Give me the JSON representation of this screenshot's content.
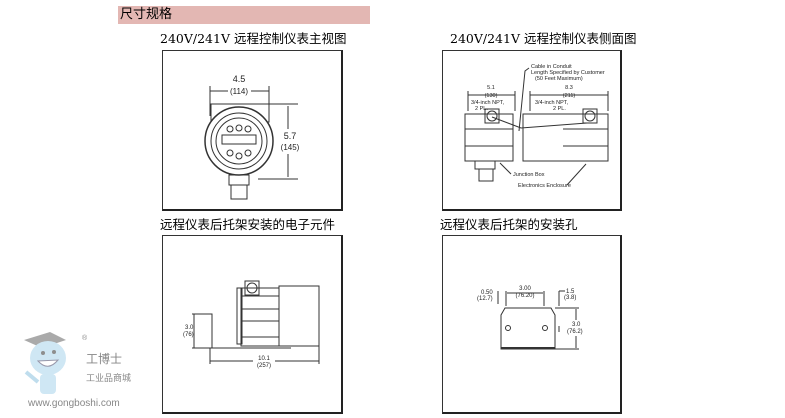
{
  "section_title": "尺寸规格",
  "panels": [
    {
      "caption": "240V/241V 远程控制仪表主视图",
      "labels": {
        "width": "4.5",
        "width_mm": "(114)",
        "height": "5.7",
        "height_mm": "(145)"
      }
    },
    {
      "caption": "240V/241V 远程控制仪表侧面图",
      "labels": {
        "cable1": "Cable in Conduit",
        "cable2": "Length Specified by Customer",
        "cable3": "(50 Feet Maximum)",
        "left_w": "5.1",
        "left_w_mm": "(130)",
        "right_w": "8.3",
        "right_w_mm": "(211)",
        "npt_l1": "3/4-inch NPT,",
        "npt_l2": "2 PL.",
        "npt_r1": "3/4-inch NPT,",
        "npt_r2": "2 PL.",
        "junction": "Junction Box",
        "enclosure": "Electronics Enclosure"
      }
    },
    {
      "caption": "远程仪表后托架安装的电子元件",
      "labels": {
        "h": "3.0",
        "h_mm": "(76)",
        "w": "10.1",
        "w_mm": "(257)"
      }
    },
    {
      "caption": "远程仪表后托架的安装孔",
      "labels": {
        "a": "0.50",
        "a_mm": "(12.7)",
        "b": "3.00",
        "b_mm": "(76.20)",
        "c": "1.5",
        "c_mm": "(3.8)",
        "d": "3.0",
        "d_mm": "(76.2)"
      }
    }
  ],
  "watermark": {
    "brand": "工博士",
    "tagline": "工业品商城",
    "url": "www.gongboshi.com",
    "reg": "®"
  }
}
